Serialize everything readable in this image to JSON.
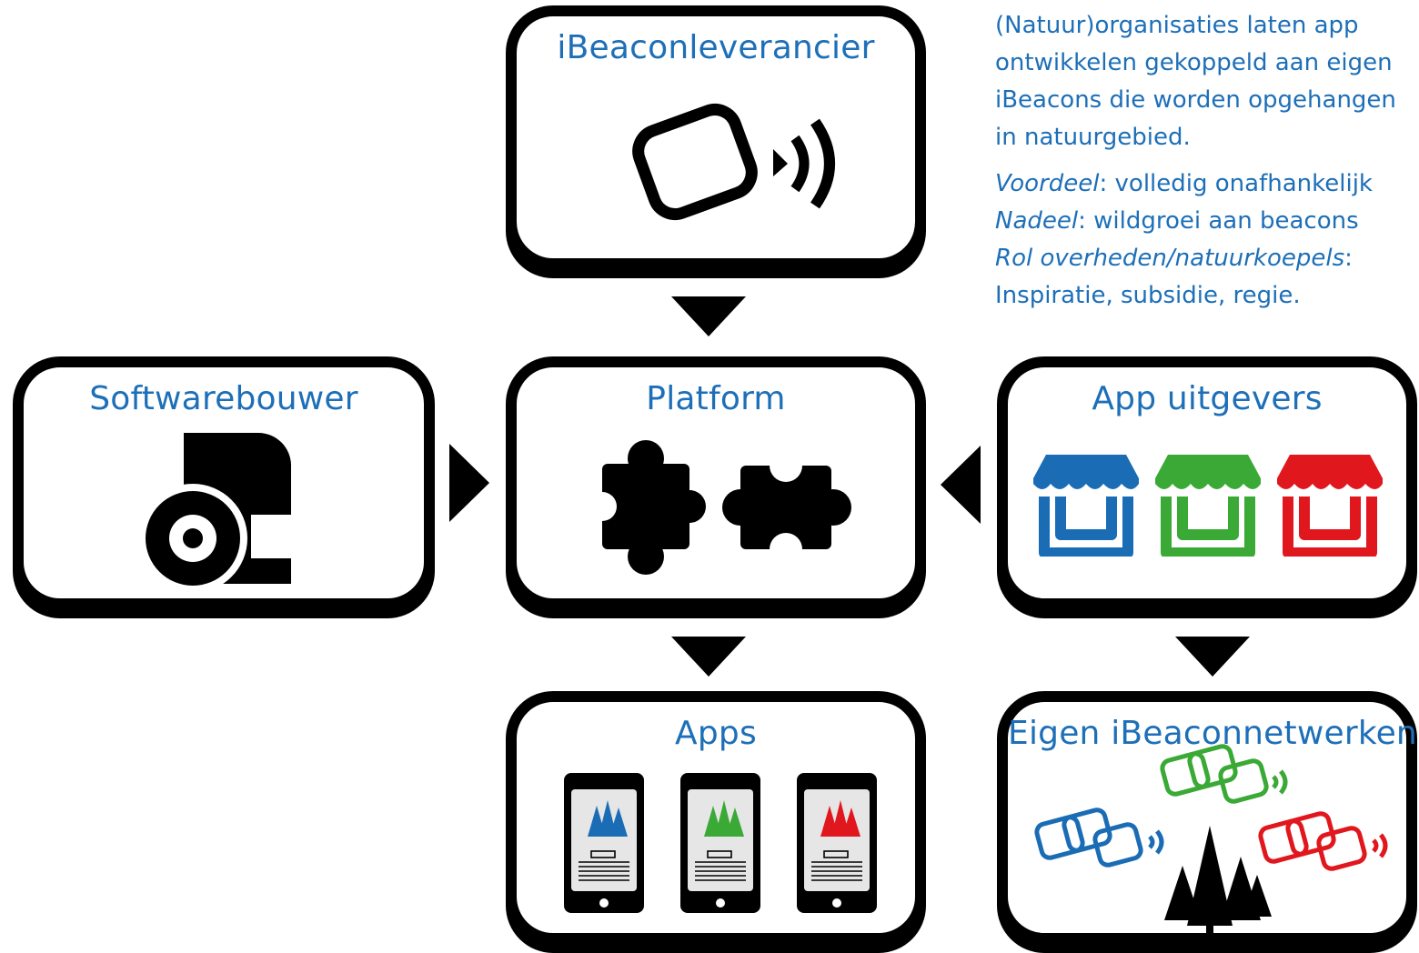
{
  "nodes": {
    "ibeacon_supplier": {
      "title": "iBeaconleverancier"
    },
    "software_builder": {
      "title": "Softwarebouwer"
    },
    "platform": {
      "title": "Platform"
    },
    "app_publishers": {
      "title": "App uitgevers"
    },
    "apps": {
      "title": "Apps"
    },
    "own_networks": {
      "title": "Eigen iBeaconnetwerken"
    }
  },
  "description": {
    "intro": "(Natuur)organisaties laten app ontwikkelen gekoppeld aan eigen iBeacons die worden opgehangen in natuurgebied.",
    "advantage_label": "Voordeel",
    "advantage_text": ": volledig onafhankelijk",
    "disadvantage_label": "Nadeel",
    "disadvantage_text": ": wildgroei aan beacons",
    "role_label": "Rol overheden/natuurkoepels",
    "role_text": ":",
    "role_value": "Inspiratie, subsidie, regie."
  },
  "colors": {
    "title_blue": "#1d6fb8",
    "blue": "#1a6db5",
    "green": "#3aa935",
    "red": "#e1171e",
    "line": "#000000"
  },
  "icons": {
    "ibeacon_supplier": "beacon-signal-icon",
    "software_builder": "software-disc-icon",
    "platform": "puzzle-pieces-icon",
    "app_publishers": "storefront-icon",
    "apps": "smartphone-app-icon",
    "own_networks": "beacon-network-forest-icon"
  }
}
